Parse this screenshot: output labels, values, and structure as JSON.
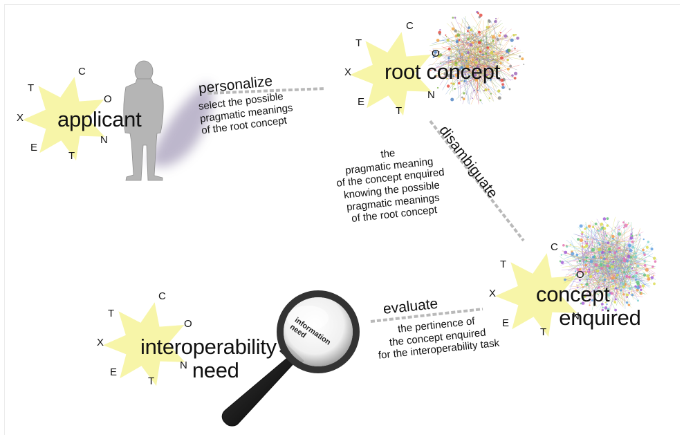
{
  "context_letters": [
    "C",
    "O",
    "N",
    "T",
    "E",
    "X",
    "T"
  ],
  "nodes": {
    "applicant": "applicant",
    "root_concept": "root concept",
    "concept_enquired": "concept\n    enquired",
    "interoperability_need": "interoperability\n         need"
  },
  "edges": {
    "personalize": {
      "verb": "personalize",
      "description": "select the possible\npragmatic meanings\nof the root concept"
    },
    "disambiguate": {
      "verb": "disambiguate",
      "description": "the\npragmatic meaning\nof the concept enquired\nknowing the possible\npragmatic meanings\nof the root concept"
    },
    "evaluate": {
      "verb": "evaluate",
      "description": "the pertinence of\nthe concept enquired\nfor the interoperability task"
    }
  },
  "magnifier_label": "information\nneed",
  "colors": {
    "star": "#f7f5a8",
    "dashed_line": "#b9b9b9",
    "silhouette": "#b5b5b5",
    "shadow": "#a79fbb"
  }
}
